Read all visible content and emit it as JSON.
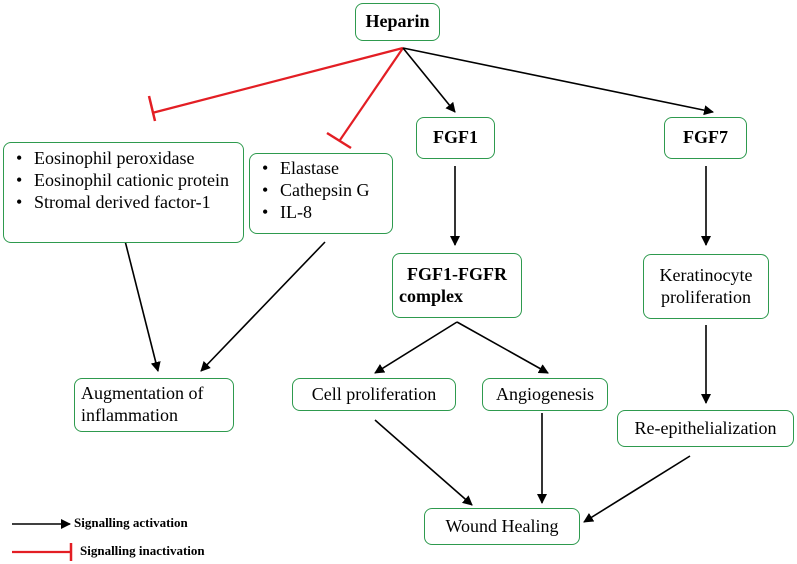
{
  "nodes": {
    "heparin": "Heparin",
    "fgf1": "FGF1",
    "fgf7": "FGF7",
    "enzymes_left": [
      "Eosinophil peroxidase",
      "Eosinophil cationic protein",
      "Stromal derived factor-1"
    ],
    "enzymes_mid": [
      "Elastase",
      "Cathepsin G",
      "IL-8"
    ],
    "complex_line1": "FGF1-FGFR",
    "complex_line2": "complex",
    "keratinocyte_line1": "Keratinocyte",
    "keratinocyte_line2": "proliferation",
    "inflammation_line1": "Augmentation of",
    "inflammation_line2": "inflammation",
    "cell_prolif": "Cell proliferation",
    "angiogenesis": "Angiogenesis",
    "reepi": "Re-epithelialization",
    "wound": "Wound Healing"
  },
  "legend": {
    "activation": "Signalling activation",
    "inactivation": "Signalling inactivation"
  },
  "colors": {
    "box_border": "#2e9a4e",
    "activation": "#000000",
    "inhibition": "#e31e24"
  }
}
